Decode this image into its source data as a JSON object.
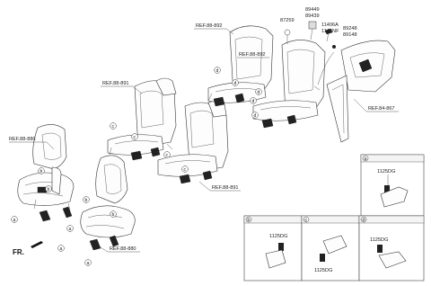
{
  "references": {
    "ref_880_left": "REF.88-880",
    "ref_880_bottom": "REF.88-880",
    "ref_891_top": "REF.88-891",
    "ref_891_bottom": "REF.88-891",
    "ref_892_top": "REF.88-892",
    "ref_892_mid": "REF.88-892",
    "ref_867": "REF.84-867"
  },
  "parts": {
    "p87259": "87259",
    "p89449": "89449",
    "p89439": "89439",
    "p11406A": "11406A",
    "p1140NF": "1140NF",
    "p89248": "89248",
    "p89148": "89148"
  },
  "direction_label": "FR.",
  "callouts": {
    "a": "a",
    "b": "b",
    "c": "c",
    "d": "d"
  },
  "detail_panels": [
    {
      "letter": "a",
      "part": "1125DG"
    },
    {
      "letter": "b",
      "part": "1125DG"
    },
    {
      "letter": "c",
      "part": "1125DG"
    },
    {
      "letter": "d",
      "part": "1125DG"
    }
  ]
}
